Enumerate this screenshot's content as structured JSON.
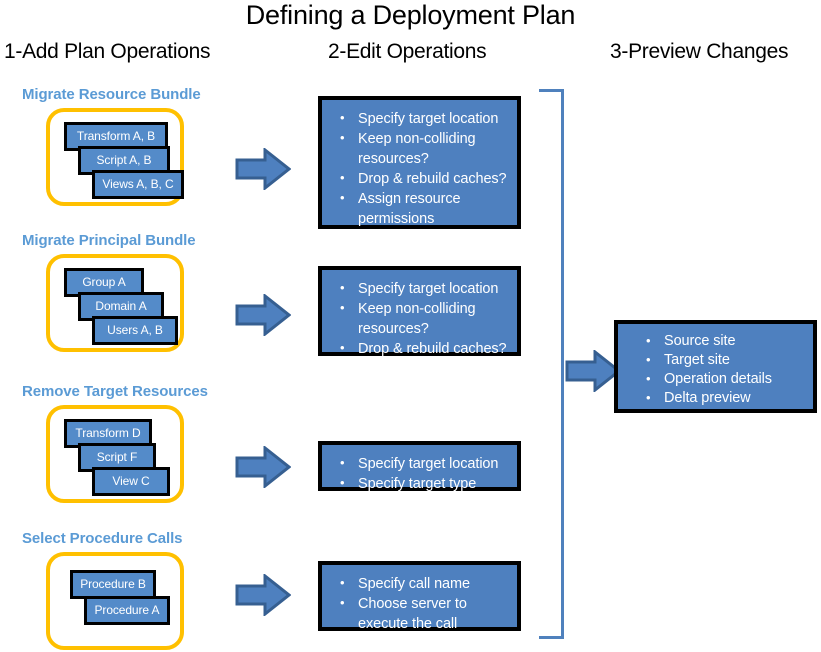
{
  "title": "Defining a Deployment Plan",
  "columns": {
    "one": "1-Add Plan Operations",
    "two": "2-Edit Operations",
    "three": "3-Preview Changes"
  },
  "colors": {
    "ring": "#FFC000",
    "card_fill": "#548BC9",
    "panel_fill": "#4E80BF",
    "arrow_fill": "#4E80BF",
    "arrow_border": "#365F91",
    "bracket": "#4F81BD",
    "group_title": "#5B9BD5"
  },
  "groups": [
    {
      "title": "Migrate Resource Bundle",
      "cards": [
        "Transform A, B",
        "Script A, B",
        "Views A, B, C"
      ],
      "arrow": "right-arrow-icon",
      "operations": [
        "Specify target location",
        "Keep non-colliding resources?",
        "Drop & rebuild caches?",
        "Assign resource permissions"
      ]
    },
    {
      "title": "Migrate Principal Bundle",
      "cards": [
        "Group A",
        "Domain A",
        "Users A, B"
      ],
      "arrow": "right-arrow-icon",
      "operations": [
        "Specify target location",
        "Keep non-colliding resources?",
        "Drop & rebuild caches?"
      ]
    },
    {
      "title": "Remove Target Resources",
      "cards": [
        "Transform  D",
        "Script F",
        "View C"
      ],
      "arrow": "right-arrow-icon",
      "operations": [
        "Specify target  location",
        "Specify target type"
      ]
    },
    {
      "title": "Select Procedure Calls",
      "cards": [
        "Procedure B",
        "Procedure A"
      ],
      "arrow": "right-arrow-icon",
      "operations": [
        "Specify call name",
        "Choose server to execute the call"
      ]
    }
  ],
  "preview": {
    "arrow": "right-arrow-icon",
    "items": [
      "Source site",
      "Target site",
      "Operation details",
      "Delta preview"
    ]
  }
}
